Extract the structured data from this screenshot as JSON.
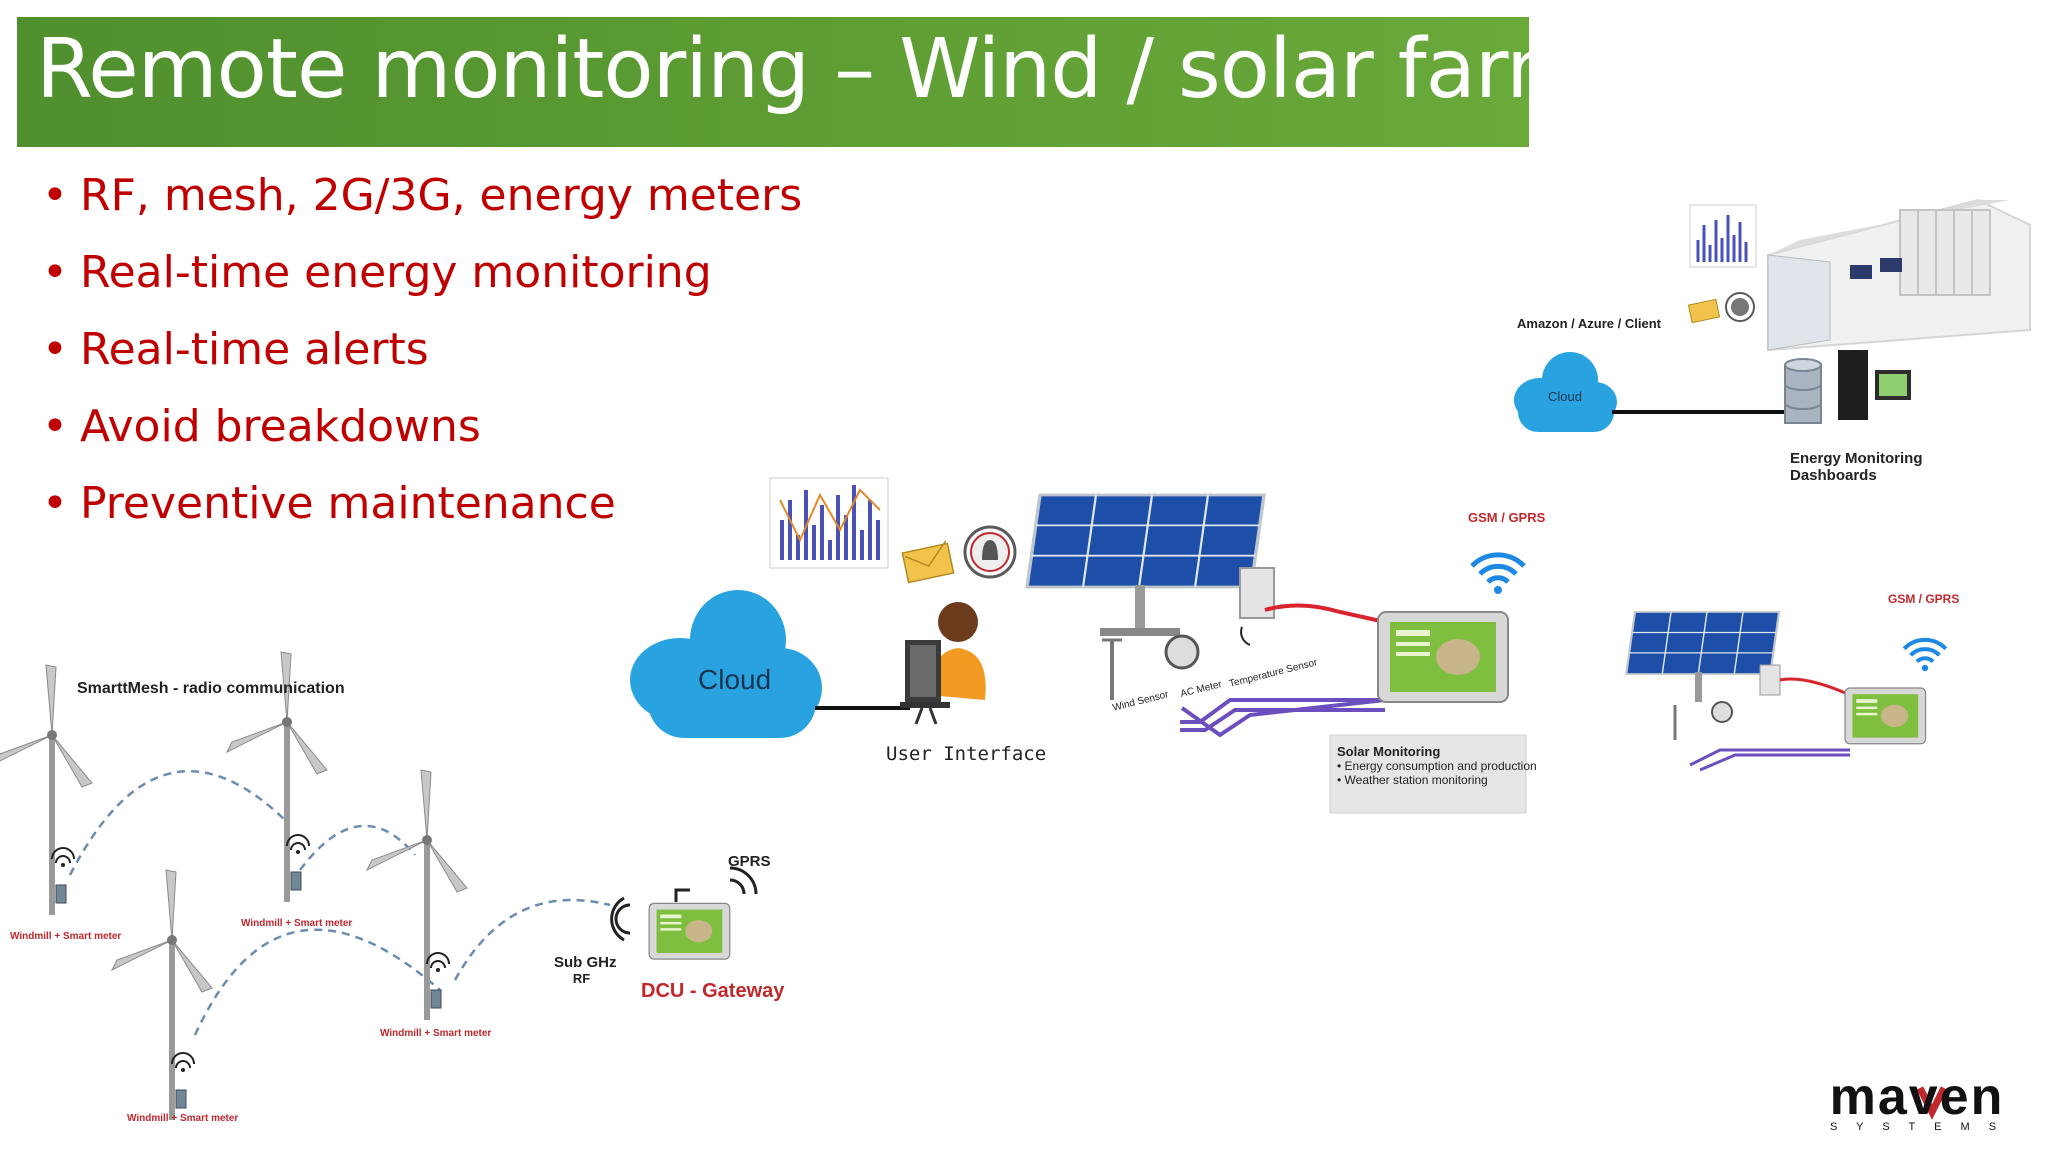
{
  "slide": {
    "title": "Remote monitoring – Wind / solar farms",
    "bullets": [
      "RF, mesh, 2G/3G, energy meters",
      "Real-time energy monitoring",
      "Real-time alerts",
      "Avoid breakdowns",
      "Preventive maintenance"
    ]
  },
  "wind_diagram": {
    "heading": "SmarttMesh - radio communication",
    "windmill_label": "Windmill + Smart meter",
    "sub_ghz_label_line1": "Sub GHz",
    "sub_ghz_label_line2": "RF",
    "gprs_label": "GPRS",
    "gateway_label": "DCU - Gateway"
  },
  "solar_diagram": {
    "cloud_label": "Cloud",
    "user_interface_label": "User Interface",
    "gsm_label": "GSM / GPRS",
    "wind_sensor_label": "Wind Sensor",
    "ac_meter_label": "AC Meter",
    "temp_sensor_label": "Temperature Sensor",
    "info_box": {
      "heading": "Solar Monitoring",
      "items": [
        "Energy consumption and production",
        "Weather station monitoring"
      ]
    }
  },
  "datacenter_diagram": {
    "provider_label": "Amazon / Azure / Client",
    "cloud_label": "Cloud",
    "dashboard_label_line1": "Energy Monitoring",
    "dashboard_label_line2": "Dashboards",
    "gsm_label": "GSM / GPRS"
  },
  "logo": {
    "brand": "maven",
    "sub": "S Y S T E M S"
  },
  "colors": {
    "title_bar": "#5f9f34",
    "bullet_text": "#c00000",
    "cloud": "#29a3e0",
    "wire_purple": "#6b4fbf",
    "wire_red": "#d9232d"
  }
}
